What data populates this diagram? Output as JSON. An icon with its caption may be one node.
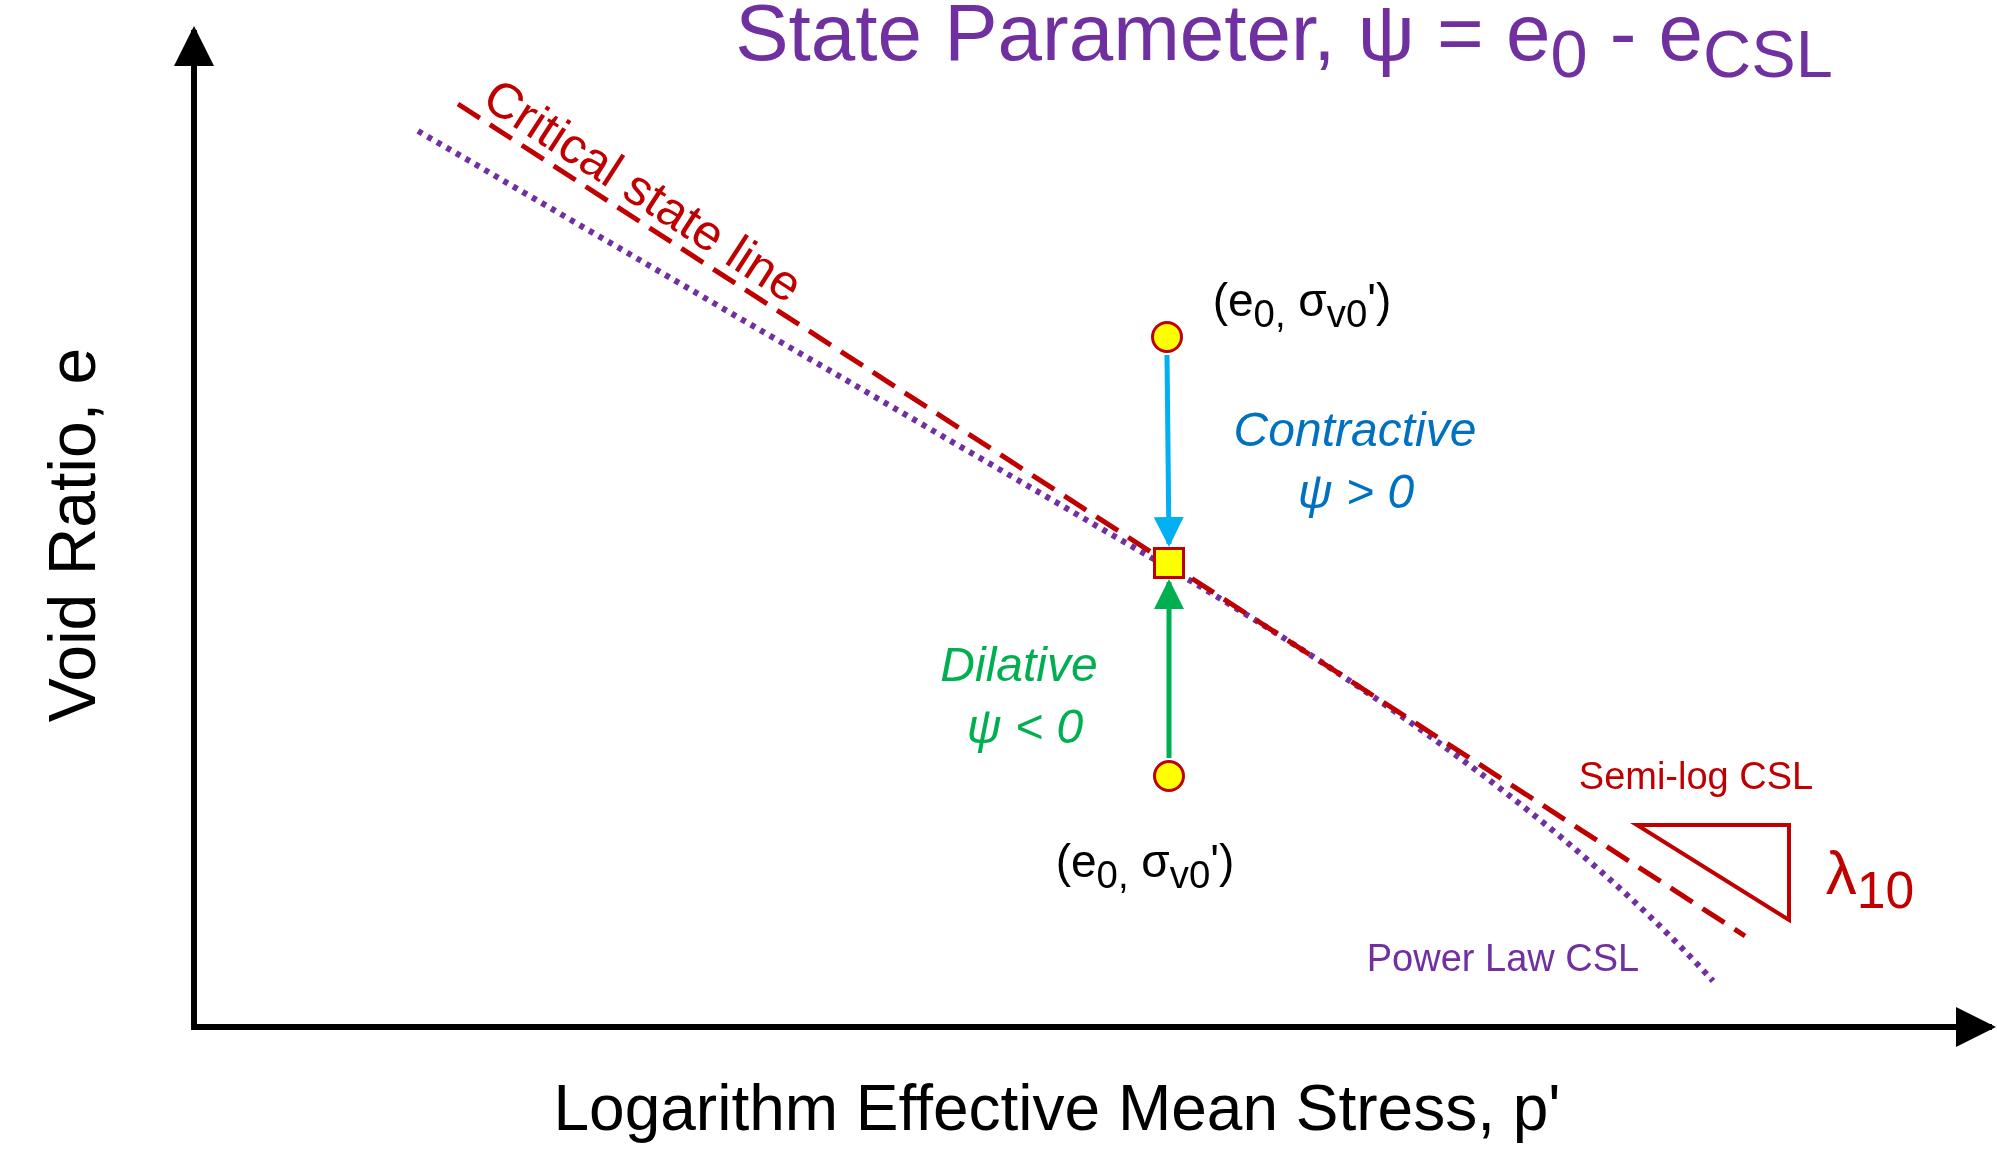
{
  "diagram": {
    "title": "State Parameter, ψ = e$_{0}$ - e$_{CSL}$",
    "nodes": [
      {
        "text": [],
        "shape": "circle",
        "beside": [
          "(e$_{0,}$ σ$_{v0}$')"
        ]
      },
      {
        "text": [],
        "shape": "box"
      },
      {
        "text": [],
        "shape": "circle",
        "beside": [
          "(e$_{0,}$ σ$_{v0}$')"
        ]
      },
      {
        "text": [],
        "shape": "triangle",
        "beside": [
          "λ$_{10}$"
        ]
      }
    ],
    "edges": [
      {
        "from": 0,
        "to": 1,
        "arrow": "to",
        "color": "#00b0f0"
      },
      {
        "from": 2,
        "to": 1,
        "arrow": "to",
        "color": "#00b050"
      }
    ],
    "labels": [
      "Critical state line",
      "Contractive",
      "ψ > 0",
      "Dilative",
      "ψ < 0",
      "Semi-log CSL",
      "Power Law CSL",
      "Void Ratio, e",
      "Logarithm Effective Mean Stress, p'"
    ]
  }
}
